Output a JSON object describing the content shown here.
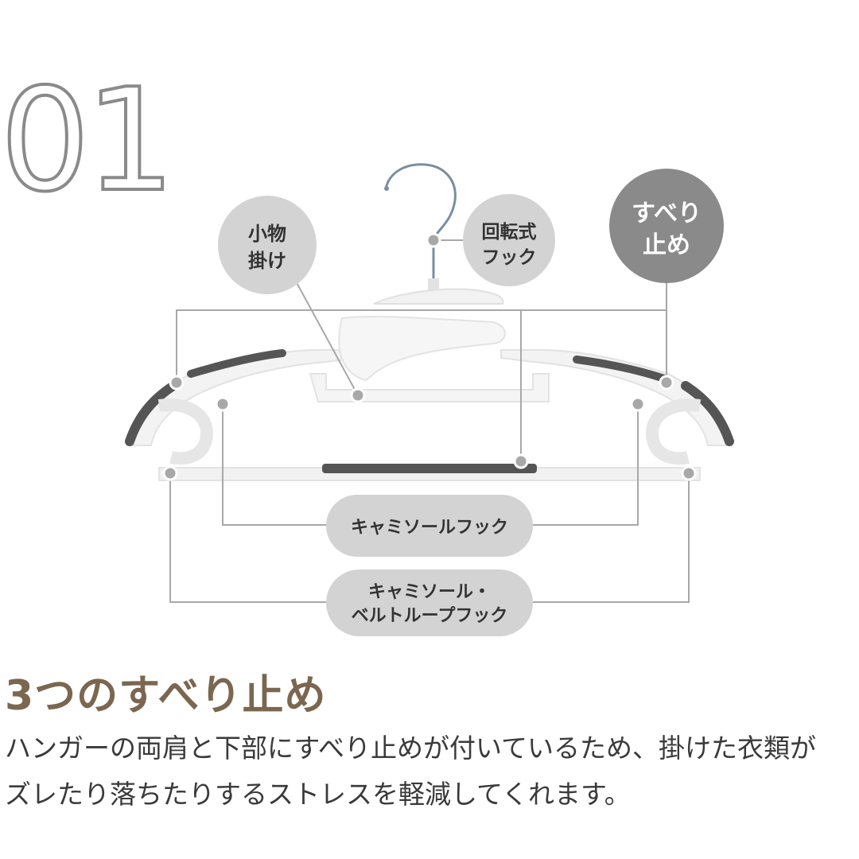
{
  "badge_number": "01",
  "labels": {
    "small_items": [
      "小物",
      "掛け"
    ],
    "swivel_hook": [
      "回転式",
      "フック"
    ],
    "non_slip": [
      "すべり",
      "止め"
    ],
    "camisole_hook": "キャミソールフック",
    "camisole_belt_hook": [
      "キャミソール・",
      "ベルトループフック"
    ]
  },
  "heading": "3つのすべり止め",
  "body_lines": [
    "ハンガーの両肩と下部にすべり止めが付いているため、掛けた衣類が",
    "ズレたり落ちたりするストレスを軽減してくれます。"
  ],
  "colors": {
    "heading": "#7b6650",
    "label_fill": "#d3d3d3",
    "label_fill_dark": "#8a8a8a",
    "rubber": "#555555",
    "line": "#a8a8a8"
  }
}
